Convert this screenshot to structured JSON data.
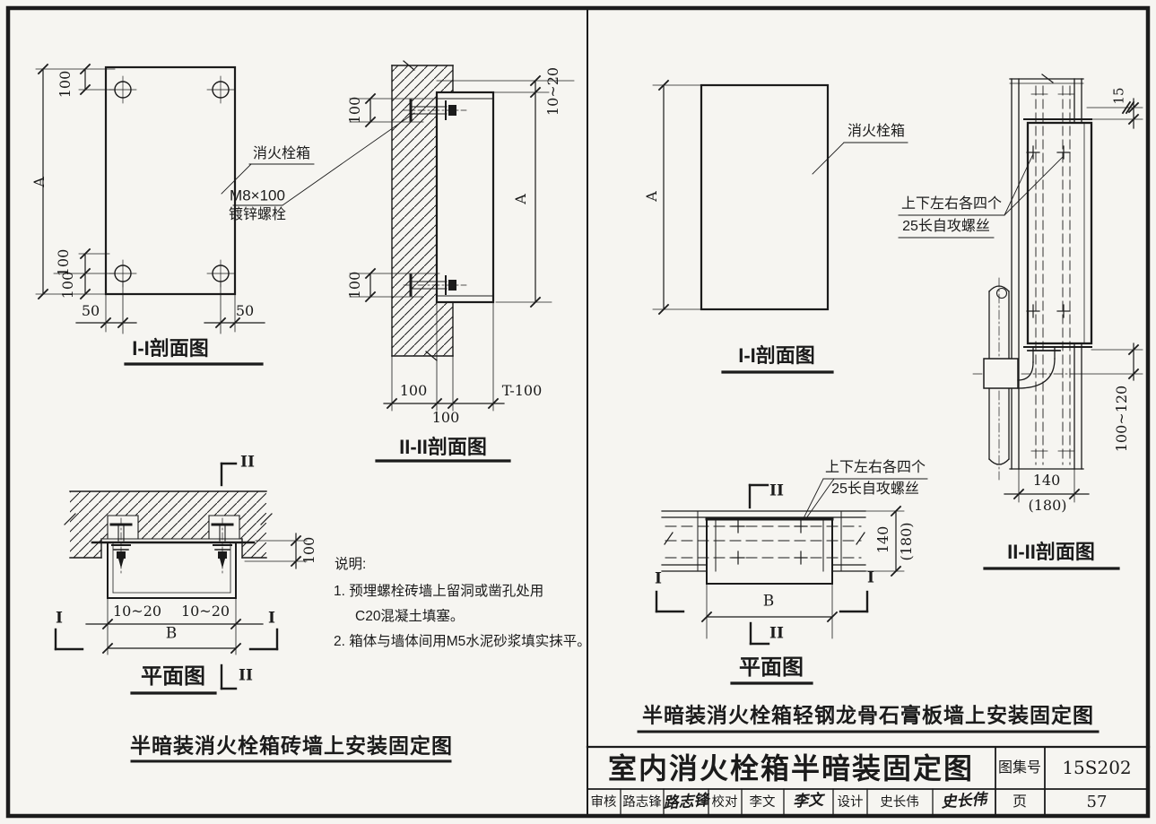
{
  "shared": {
    "dim_a": "A",
    "dim_100": "100",
    "dim_50": "50",
    "dim_10_20": "10~20",
    "dim_b": "B",
    "marker_i": "I",
    "marker_ii": "II",
    "hydrant_box_label": "消火栓箱",
    "section_i_title": "I-I剖面图",
    "section_ii_title": "II-II剖面图",
    "plan_title": "平面图",
    "screw_note_line1": "上下左右各四个",
    "screw_note_line2": "25长自攻螺丝"
  },
  "left": {
    "bolt_label_line1": "M8×100",
    "bolt_label_line2": "镀锌螺栓",
    "dim_t100": "T-100",
    "caption": "半暗装消火栓箱砖墙上安装固定图",
    "notes": {
      "heading": "说明:",
      "line1": "1. 预埋螺栓砖墙上留洞或凿孔处用",
      "line2": "C20混凝土填塞。",
      "line3": "2. 箱体与墙体间用M5水泥砂浆填实抹平。"
    }
  },
  "right": {
    "dim_15": "15",
    "dim_140": "140",
    "dim_180": "(180)",
    "dim_100_120": "100~120",
    "caption": "半暗装消火栓箱轻钢龙骨石膏板墙上安装固定图"
  },
  "titleblock": {
    "main_title": "室内消火栓箱半暗装固定图",
    "atlas_label": "图集号",
    "atlas_value": "15S202",
    "page_label": "页",
    "page_value": "57",
    "reviewer_label": "审核",
    "reviewer_name": "路志锋",
    "reviewer_signature": "路志锋",
    "checker_label": "校对",
    "checker_name": "李文",
    "checker_signature": "李文",
    "designer_label": "设计",
    "designer_name": "史长伟",
    "designer_signature": "史长伟"
  }
}
